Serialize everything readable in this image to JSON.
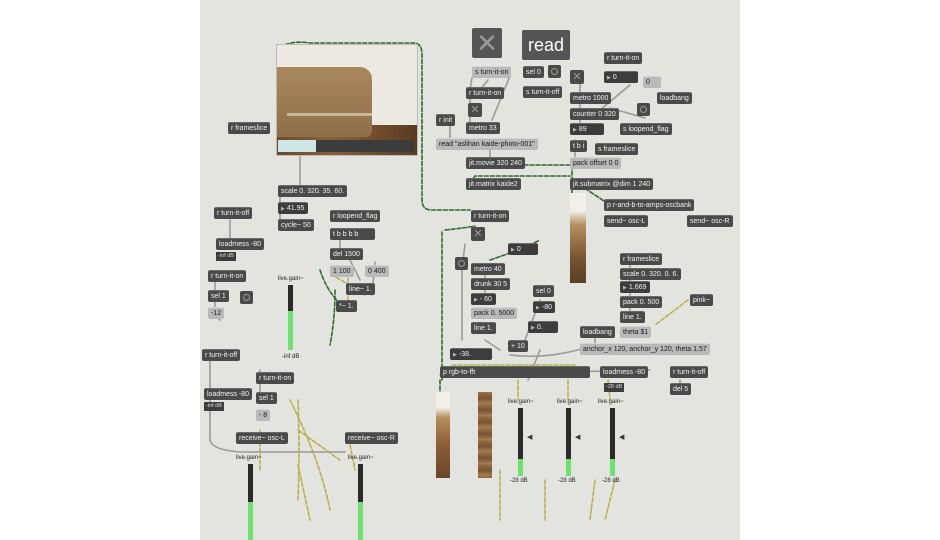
{
  "patch": {
    "read_label": "read",
    "objects": {
      "s_turn_on_top": "s turn-it-on",
      "sel0_top": "sel 0",
      "s_turn_off_top": "s turn-it-off",
      "r_turn_on_mid": "r turn-it-on",
      "r_init": "r init",
      "metro33": "metro 33",
      "read_msg": "read \"aslihan kaide-photo-001\"",
      "jit_movie": "jit.movie 320 240",
      "jit_matrix": "jit.matrix kaide2",
      "r_turn_on_tr": "r turn-it-on",
      "num0_tr": "0",
      "num0_box": "0",
      "metro1000": "metro 1000",
      "loadbang_tr": "loadbang",
      "counter": "counter 0 320",
      "num89": "89",
      "s_loopend": "s loopend_flag",
      "tbi": "t b i",
      "s_frameslice": "s frameslice",
      "pack_offset": "pack offset 0 0",
      "jit_submatrix": "jit.submatrix @dim 1 240",
      "p_rand": "p r-and-b-to-amps-oscbank",
      "send_osc_l": "send~ osc-L",
      "send_osc_r": "send~ osc-R",
      "r_frameslice_left": "r frameslice",
      "scale_left": "scale 0. 320. 35. 60.",
      "num4195": "41.95",
      "cycle50": "cycle~ 50",
      "r_turn_off_left": "r turn-it-off",
      "r_loopend": "r loopend_flag",
      "tbbbb": "t b b b b",
      "loadmess80_left": "loadmess -80",
      "del1500": "del 1500",
      "inf_db_small": "-inf dB",
      "msg1100": "1 100",
      "msg0400": "0 400",
      "r_turn_on_left": "r turn-it-on",
      "line_tilde": "line~ 1.",
      "sel1_left": "sel 1",
      "mult_tilde": "*~ 1.",
      "msg_neg12": "-12",
      "gain_left_inf": "-inf dB",
      "r_turn_on_center": "r turn-it-on",
      "num0_center": "0",
      "metro40": "metro 40",
      "drunk": "drunk 30 5",
      "num60": "- 60",
      "sel0_center": "sel 0",
      "num80_center": "-80",
      "pack05000": "pack 0. 5000",
      "line1_center": "line 1.",
      "num0dot": "0.",
      "num_neg38": "-38.",
      "plus10": "+ 10",
      "r_frameslice_right": "r frameslice",
      "scale_right": "scale 0. 320. 0. 6.",
      "num1669": "1.669",
      "pack0500": "pack 0. 500",
      "line1_right": "line 1.",
      "pink": "pink~",
      "loadbang_right": "loadbang",
      "theta": "theta $1",
      "anchor": "anchor_x 120, anchor_y 120, theta 1.57",
      "p_rgb": "p rgb-to-fft",
      "loadmess80_right": "loadmess -80",
      "r_turn_off_right": "r turn-it-off",
      "db28_small": "-28 dB",
      "del5": "del 5",
      "r_turn_off_bl": "r turn-it-off",
      "r_turn_on_bl": "r turn-it-on",
      "loadmess80_bl": "loadmess -80",
      "sel1_bl": "sel 1",
      "inf_db_bl": "-inf dB",
      "msg8": "- 8",
      "receive_l": "receive~ osc-L",
      "receive_r": "receive~ osc-R"
    },
    "gain_labels": {
      "live_gain": "live.gain~",
      "db_bottom_1": "-28 dB",
      "db_bottom_2": "-28 dB",
      "db_bottom_3": "-28 dB"
    },
    "meters": {
      "left_level": 0.6,
      "center1_level": 0.25,
      "center2_level": 0.25,
      "center3_level": 0.25,
      "bottom_left_level": 0.5,
      "bottom_right_level": 0.5
    },
    "colors": {
      "canvas": "#e3e3e0",
      "object": "#4a4a4a",
      "message": "#b9b9b9",
      "meter_green": "#6ee26e",
      "patchcord_signal": "#2f6b2a",
      "patchcord_signal_alt": "#b9b24a"
    },
    "icons": {
      "toggle": "x-toggle-icon",
      "bang": "bang-circle-icon"
    }
  }
}
